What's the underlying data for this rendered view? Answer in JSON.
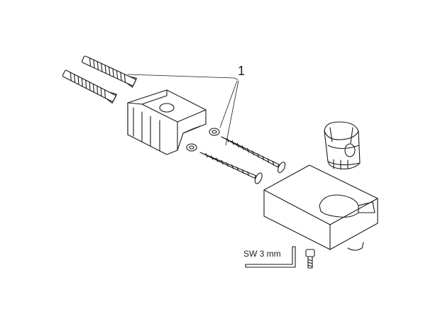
{
  "callout": {
    "number": "1"
  },
  "tool_label": {
    "text": "SW 3 mm"
  },
  "colors": {
    "line": "#1a1a1a",
    "background": "#ffffff"
  },
  "parts": [
    "wall-plug-upper",
    "wall-plug-lower",
    "mounting-bracket",
    "washer-upper",
    "washer-lower",
    "screw-upper",
    "screw-lower",
    "shower-holder-clip",
    "wall-outlet-block",
    "hex-key",
    "set-screw"
  ]
}
